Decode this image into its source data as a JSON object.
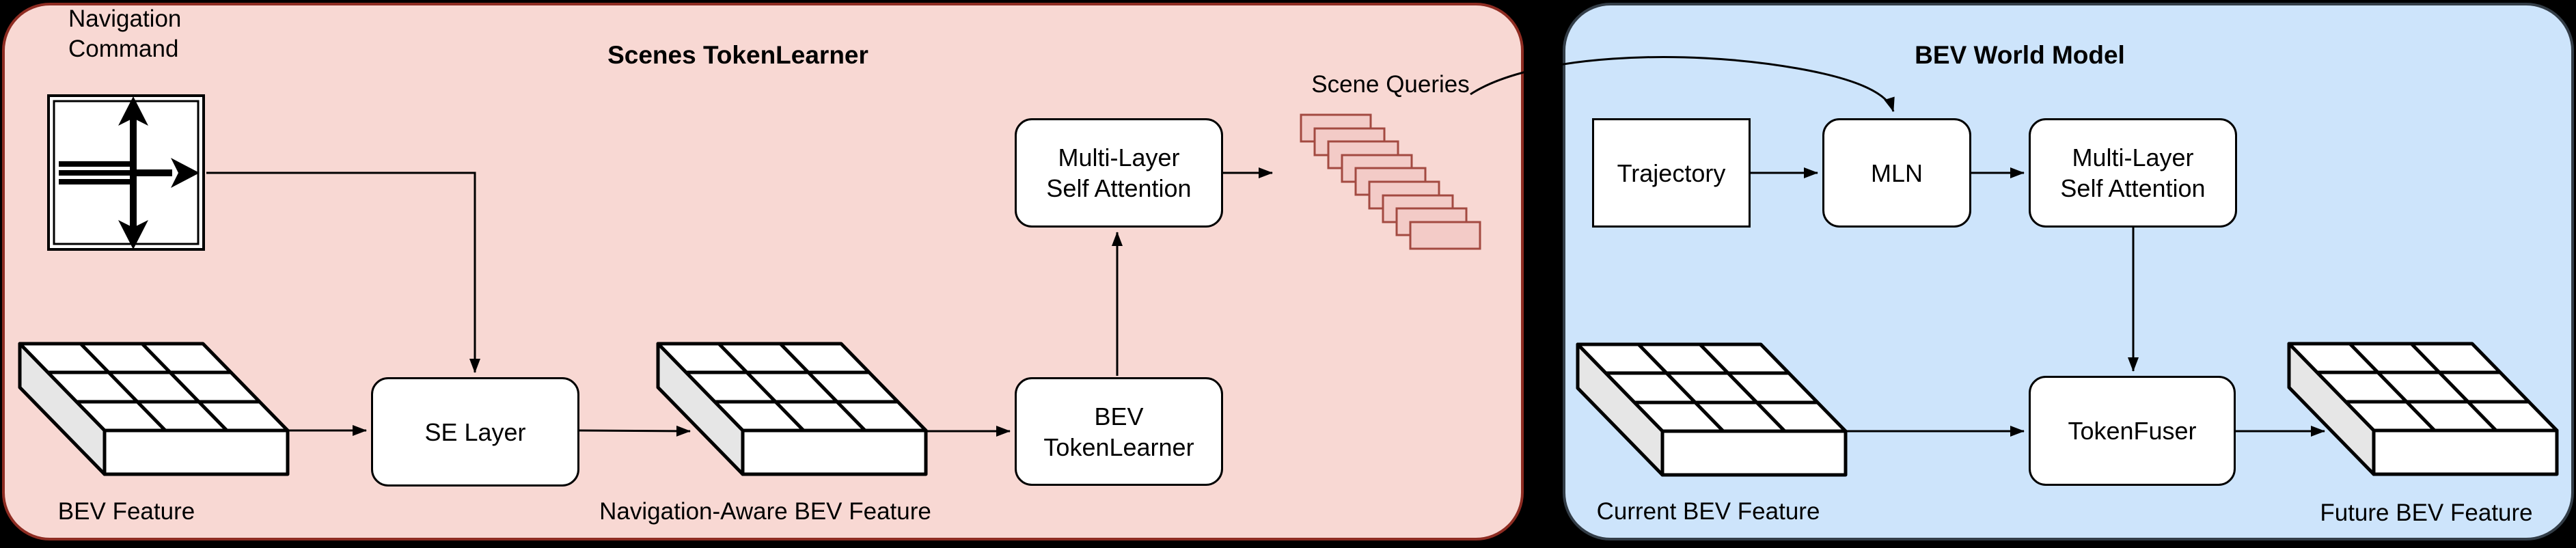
{
  "colors": {
    "background": "#000000",
    "left_panel_fill": "#f8d8d3",
    "left_panel_border": "#8e2c22",
    "right_panel_fill": "#cde4fb",
    "right_panel_border": "#333d47",
    "node_fill": "#ffffff",
    "node_border": "#000000",
    "cuboid_side_fill": "#e6e6e6",
    "scene_query_fill": "#f3cbc7",
    "scene_query_border": "#a34a41"
  },
  "left_panel": {
    "title": "Scenes TokenLearner",
    "navigation_command_label": "Navigation\nCommand",
    "se_layer_label": "SE Layer",
    "mlsa_label": "Multi-Layer\nSelf Attention",
    "bev_tokenlearner_label": "BEV\nTokenLearner",
    "scene_queries_label": "Scene Queries",
    "bev_feature_label": "BEV Feature",
    "nav_aware_bev_feature_label": "Navigation-Aware BEV Feature"
  },
  "right_panel": {
    "title": "BEV World Model",
    "trajectory_label": "Trajectory",
    "mln_label": "MLN",
    "mlsa_label": "Multi-Layer\nSelf Attention",
    "tokenfuser_label": "TokenFuser",
    "current_bev_feature_label": "Current BEV Feature",
    "future_bev_feature_label": "Future BEV Feature"
  },
  "icons": {
    "navigation_command_icon": "crossroads-arrows-icon"
  },
  "scene_query_token_count": 9
}
